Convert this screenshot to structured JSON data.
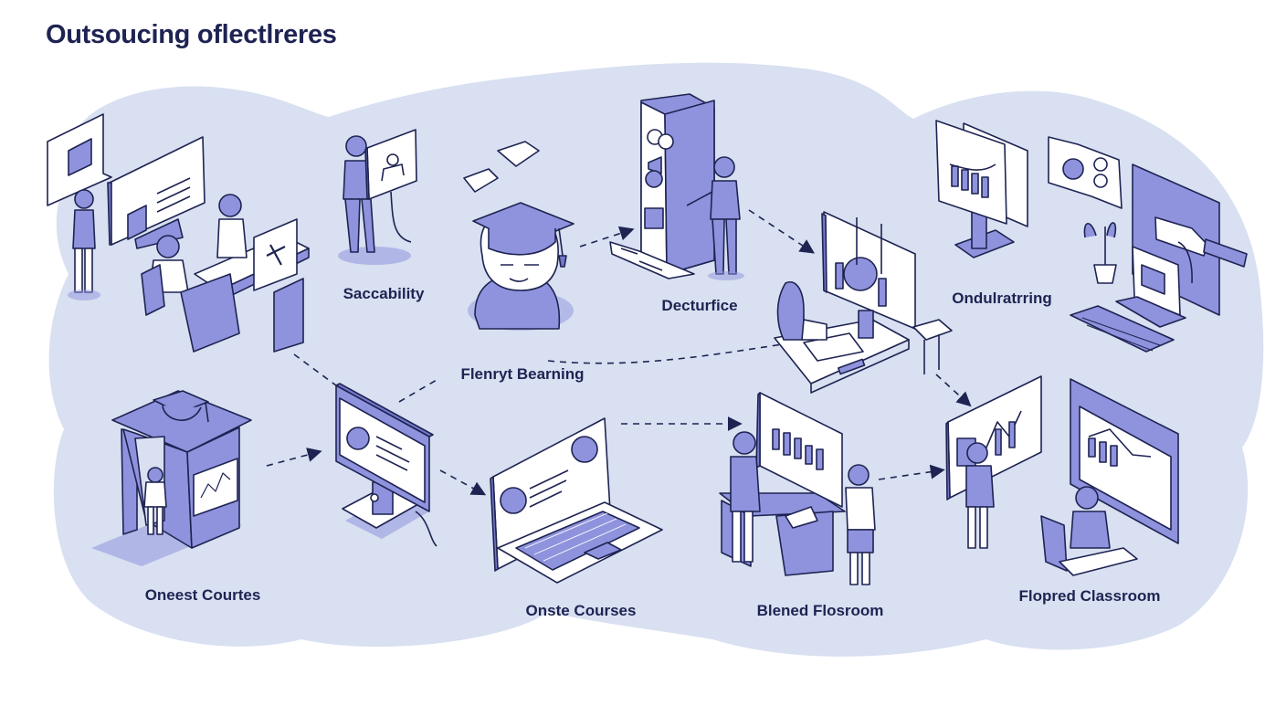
{
  "title": "Outsoucing oflectlreres",
  "colors": {
    "background": "#ffffff",
    "blob": "#d8e0f1",
    "accent": "#8f93dd",
    "accent_dark": "#7478c9",
    "ink": "#1e2352",
    "paper": "#ffffff"
  },
  "nodes": [
    {
      "id": "team-workspace",
      "label": "",
      "icon": "team-workstation-icon"
    },
    {
      "id": "saccability",
      "label": "Saccability",
      "icon": "presenter-tablet-icon"
    },
    {
      "id": "flenryt-bearning",
      "label": "Flenryt Bearning",
      "icon": "graduate-avatar-icon"
    },
    {
      "id": "decturfice",
      "label": "Decturfice",
      "icon": "kiosk-screen-icon"
    },
    {
      "id": "videoconference",
      "label": "",
      "icon": "video-call-desk-icon"
    },
    {
      "id": "ondurattring",
      "label": "Ondulratrring",
      "icon": "chart-billboard-icon"
    },
    {
      "id": "laptop-setup",
      "label": "",
      "icon": "computer-setup-icon"
    },
    {
      "id": "oneest-courses",
      "label": "Oneest Courtes",
      "icon": "graduation-booth-icon"
    },
    {
      "id": "desktop-monitor",
      "label": "",
      "icon": "desktop-profile-icon"
    },
    {
      "id": "onste-courses",
      "label": "Onste Courses",
      "icon": "laptop-video-icon"
    },
    {
      "id": "blened-flosroom",
      "label": "Blened Flosroom",
      "icon": "blended-desk-icon"
    },
    {
      "id": "flopred-classroom",
      "label": "Flopred Classroom",
      "icon": "flipped-classroom-icon"
    }
  ],
  "connections": [
    {
      "from": "team-workspace",
      "to": "desktop-monitor"
    },
    {
      "from": "desktop-monitor",
      "to": "flenryt-bearning"
    },
    {
      "from": "flenryt-bearning",
      "to": "decturfice"
    },
    {
      "from": "decturfice",
      "to": "videoconference"
    },
    {
      "from": "flenryt-bearning",
      "to": "videoconference"
    },
    {
      "from": "oneest-courses",
      "to": "desktop-monitor"
    },
    {
      "from": "desktop-monitor",
      "to": "onste-courses"
    },
    {
      "from": "onste-courses",
      "to": "blened-flosroom"
    },
    {
      "from": "blened-flosroom",
      "to": "flopred-classroom"
    },
    {
      "from": "videoconference",
      "to": "flopred-classroom"
    }
  ]
}
